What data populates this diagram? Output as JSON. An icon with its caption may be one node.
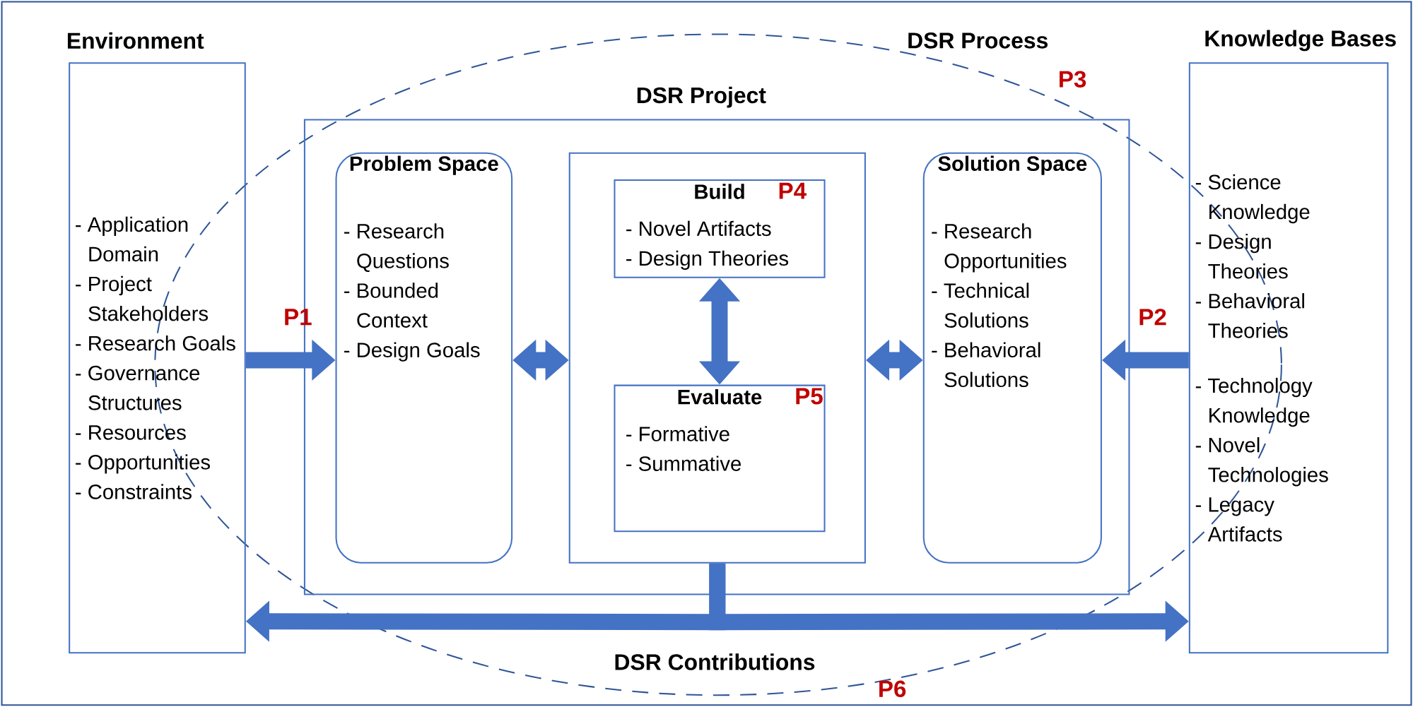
{
  "diagram": {
    "nodes": [
      {
        "text": [
          "Environment",
          "- Application Domain",
          "- Project Stakeholders",
          "- Research Goals",
          "- Governance Structures",
          "- Resources",
          "- Opportunities",
          "- Constraints"
        ]
      },
      {
        "text": [
          "Knowledge Bases",
          "- Science Knowledge",
          "- Design Theories",
          "- Behavioral Theories",
          "- Technology Knowledge",
          "- Novel Technologies",
          "- Legacy Artifacts"
        ]
      },
      {
        "text": [
          "DSR Project"
        ]
      },
      {
        "text": [
          "Problem Space",
          "- Research Questions",
          "- Bounded Context",
          "- Design Goals"
        ],
        "in": 2
      },
      {
        "text": [],
        "shape": "box",
        "in": 2
      },
      {
        "text": [
          "Build",
          "P4",
          "- Novel Artifacts",
          "- Design Theories"
        ],
        "in": 4
      },
      {
        "text": [
          "Evaluate",
          "P5",
          "- Formative",
          "- Summative"
        ],
        "in": 4
      },
      {
        "text": [
          "Solution Space",
          "- Research Opportunities",
          "- Technical Solutions",
          "- Behavioral Solutions"
        ],
        "in": 2
      }
    ],
    "edges": [
      {
        "from": 0,
        "to": 3,
        "arrow": "to",
        "label": "P1"
      },
      {
        "from": 1,
        "to": 7,
        "arrow": "to",
        "label": "P2"
      },
      {
        "from": 3,
        "to": 4,
        "arrow": "both"
      },
      {
        "from": 4,
        "to": 7,
        "arrow": "both"
      },
      {
        "from": 5,
        "to": 6,
        "arrow": "both"
      },
      {
        "from": 4,
        "to": 0,
        "arrow": "to"
      },
      {
        "from": 4,
        "to": 1,
        "arrow": "to"
      }
    ],
    "labels": [
      "DSR Process",
      "P3",
      "DSR Contributions",
      "P6"
    ]
  }
}
